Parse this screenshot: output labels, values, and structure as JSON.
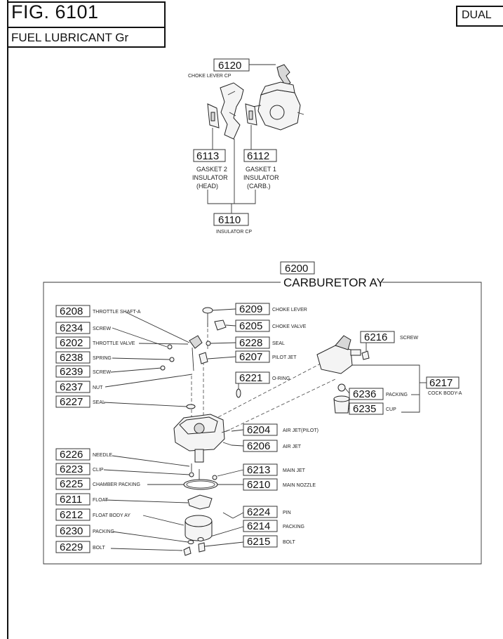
{
  "header": {
    "fig": "FIG. 6101",
    "group": "FUEL LUBRICANT Gr",
    "tag": "DUAL"
  },
  "insulator_group": {
    "choke_lever": {
      "no": "6120",
      "name": "CHOKE LEVER CP"
    },
    "gasket2": {
      "no": "6113",
      "name_lines": [
        "GASKET 2",
        "INSULATOR",
        "(HEAD)"
      ]
    },
    "gasket1": {
      "no": "6112",
      "name_lines": [
        "GASKET 1",
        "INSULATOR",
        "(CARB.)"
      ]
    },
    "insulator": {
      "no": "6110",
      "name": "INSULATOR CP"
    }
  },
  "carburetor": {
    "no": "6200",
    "name": "CARBURETOR AY",
    "left_parts": [
      {
        "no": "6208",
        "name": "THROTTLE SHAFT-A"
      },
      {
        "no": "6234",
        "name": "SCREW"
      },
      {
        "no": "6202",
        "name": "THROTTLE VALVE"
      },
      {
        "no": "6238",
        "name": "SPRING"
      },
      {
        "no": "6239",
        "name": "SCREW"
      },
      {
        "no": "6237",
        "name": "NUT"
      },
      {
        "no": "6227",
        "name": "SEAL"
      },
      {
        "no": "6226",
        "name": "NEEDLE"
      },
      {
        "no": "6223",
        "name": "CLIP"
      },
      {
        "no": "6225",
        "name": "CHAMBER PACKING"
      },
      {
        "no": "6211",
        "name": "FLOAT"
      },
      {
        "no": "6212",
        "name": "FLOAT BODY AY"
      },
      {
        "no": "6230",
        "name": "PACKING"
      },
      {
        "no": "6229",
        "name": "BOLT"
      }
    ],
    "right_parts": [
      {
        "no": "6209",
        "name": "CHOKE LEVER"
      },
      {
        "no": "6205",
        "name": "CHOKE VALVE"
      },
      {
        "no": "6228",
        "name": "SEAL"
      },
      {
        "no": "6207",
        "name": "PILOT JET"
      },
      {
        "no": "6221",
        "name": "O-RING"
      },
      {
        "no": "6204",
        "name": "AIR JET(PILOT)"
      },
      {
        "no": "6206",
        "name": "AIR JET"
      },
      {
        "no": "6213",
        "name": "MAIN JET"
      },
      {
        "no": "6210",
        "name": "MAIN NOZZLE"
      },
      {
        "no": "6224",
        "name": "PIN"
      },
      {
        "no": "6214",
        "name": "PACKING"
      },
      {
        "no": "6215",
        "name": "BOLT"
      }
    ],
    "cock_parts": [
      {
        "no": "6216",
        "name": "SCREW"
      },
      {
        "no": "6236",
        "name": "PACKING"
      },
      {
        "no": "6235",
        "name": "CUP"
      }
    ],
    "cock_body": {
      "no": "6217",
      "name": "COCK BODY-A"
    }
  }
}
